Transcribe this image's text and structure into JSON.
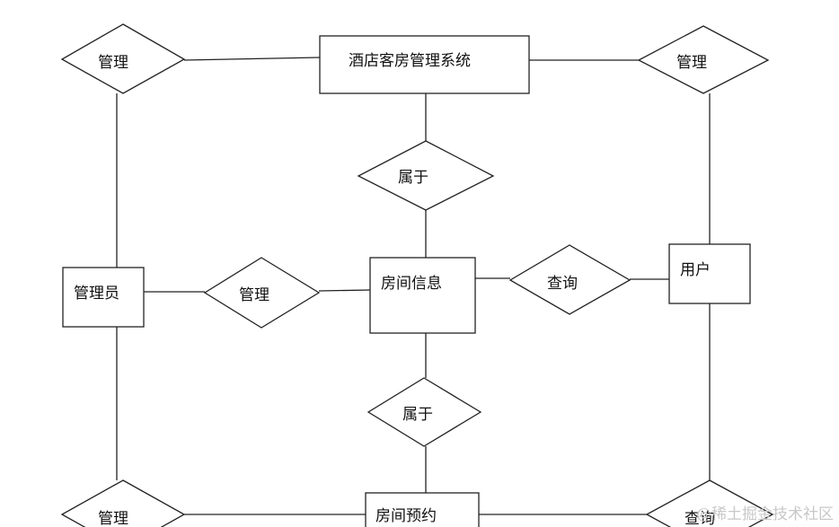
{
  "entities": {
    "system": "酒店客房管理系统",
    "admin": "管理员",
    "room_info": "房间信息",
    "user": "用户",
    "room_booking": "房间预约"
  },
  "relations": {
    "manage_top_left": "管理",
    "manage_top_right": "管理",
    "belongs_top": "属于",
    "manage_mid": "管理",
    "query_mid": "查询",
    "belongs_bottom": "属于",
    "manage_bottom_left": "管理",
    "query_bottom_right": "查询"
  },
  "watermark": "@稀土掘金技术社区"
}
